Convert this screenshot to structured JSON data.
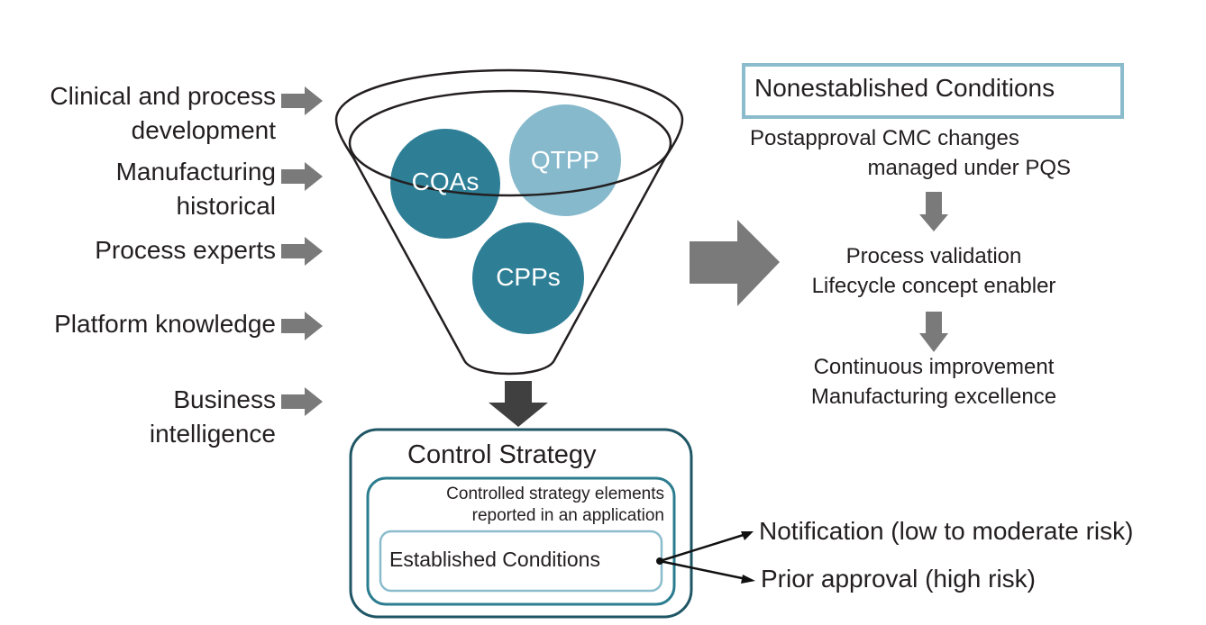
{
  "inputs": [
    {
      "line1": "Clinical and process",
      "line2": "development"
    },
    {
      "line1": "Manufacturing",
      "line2": "historical"
    },
    {
      "line1": "Process experts",
      "line2": ""
    },
    {
      "line1": "Platform knowledge",
      "line2": ""
    },
    {
      "line1": "Business",
      "line2": "intelligence"
    }
  ],
  "funnel": {
    "circles": [
      {
        "label": "CQAs",
        "color": "#2e7f96"
      },
      {
        "label": "QTPP",
        "color": "#86b9cc"
      },
      {
        "label": "CPPs",
        "color": "#2e7f96"
      }
    ]
  },
  "control_strategy": {
    "title": "Control Strategy",
    "subtitle_line1": "Controlled strategy elements",
    "subtitle_line2": "reported in an application",
    "established_conditions": "Established Conditions",
    "outer_border_color": "#1f5665",
    "middle_border_color": "#2a7c8e",
    "inner_border_color": "#8bbccd"
  },
  "outcomes": {
    "notification": "Notification (low to moderate risk)",
    "prior_approval": "Prior approval (high risk)"
  },
  "nonestablished": {
    "title": "Nonestablished Conditions",
    "border_color": "#8bbccd",
    "step1_line1": "Postapproval CMC changes",
    "step1_line2": "managed under PQS",
    "step2_line1": "Process validation",
    "step2_line2": "Lifecycle concept enabler",
    "step3_line1": "Continuous improvement",
    "step3_line2": "Manufacturing excellence"
  },
  "colors": {
    "arrow_gray": "#7a7a7a",
    "arrow_dark": "#404040",
    "text": "#231f20"
  }
}
